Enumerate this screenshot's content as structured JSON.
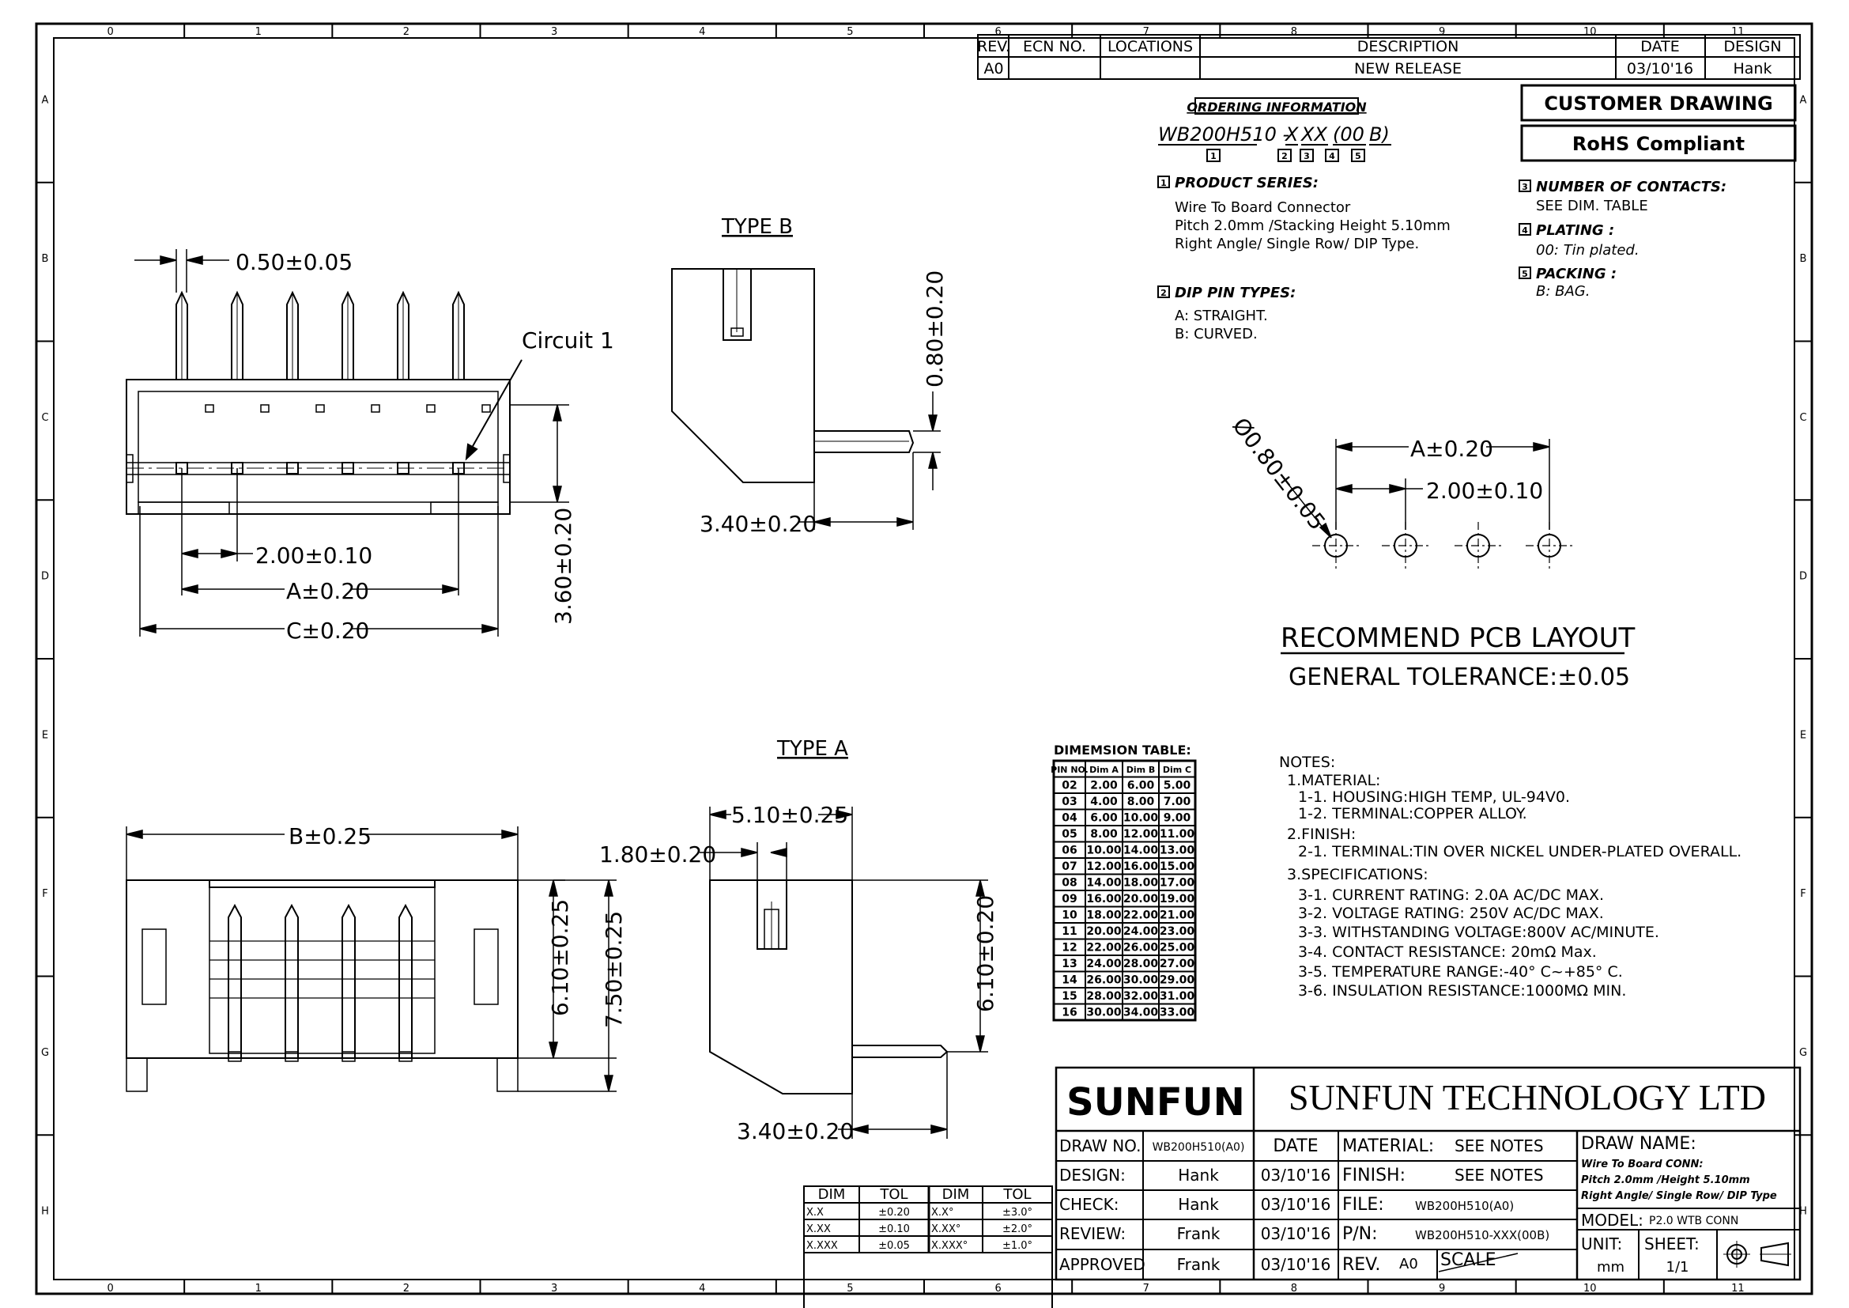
{
  "border": {
    "columns": [
      "0",
      "1",
      "2",
      "3",
      "4",
      "5",
      "6",
      "7",
      "8",
      "9",
      "10",
      "11"
    ],
    "rows": [
      "A",
      "B",
      "C",
      "D",
      "E",
      "F",
      "G",
      "H"
    ]
  },
  "revision_block": {
    "headers": [
      "REV.",
      "ECN NO.",
      "LOCATIONS",
      "DESCRIPTION",
      "DATE",
      "DESIGN"
    ],
    "row": [
      "A0",
      "",
      "",
      "NEW RELEASE",
      "03/10'16",
      "Hank"
    ]
  },
  "customer_drawing": "CUSTOMER DRAWING",
  "rohs": "RoHS Compliant",
  "ordering": {
    "title": "ORDERING INFORMATION",
    "part_prefix": "WB200H510 -",
    "part_codes": [
      "X",
      "XX",
      "(00",
      "B)"
    ],
    "markers": [
      "1",
      "2",
      "3",
      "4",
      "5"
    ],
    "product_series_title": "PRODUCT SERIES:",
    "product_series_lines": [
      "Wire To Board Connector",
      "Pitch 2.0mm /Stacking Height 5.10mm",
      "Right Angle/ Single Row/ DIP Type."
    ],
    "dip_title": "DIP PIN TYPES:",
    "dip_lines": [
      "A: STRAIGHT.",
      "B: CURVED."
    ],
    "contacts_title": "NUMBER OF CONTACTS:",
    "contacts_line": "SEE DIM. TABLE",
    "plating_title": "PLATING :",
    "plating_line": "00: Tin plated.",
    "packing_title": "PACKING :",
    "packing_line": "B: BAG."
  },
  "views": {
    "type_b": "TYPE B",
    "type_a": "TYPE A",
    "circuit1": "Circuit 1"
  },
  "dims": {
    "pin_width": "0.50±0.05",
    "pitch": "2.00±0.10",
    "dim_a": "A±0.20",
    "dim_c": "C±0.20",
    "height_360": "3.60±0.20",
    "side_080": "0.80±0.20",
    "side_340": "3.40±0.20",
    "dim_b": "B±0.25",
    "h_610": "6.10±0.25",
    "h_750": "7.50±0.25",
    "w_510": "5.10±0.25",
    "w_180": "1.80±0.20",
    "side_610": "6.10±0.20",
    "side_340b": "3.40±0.20",
    "hole": "Ø0.80±0.05",
    "pcb_a": "A±0.20",
    "pcb_pitch": "2.00±0.10"
  },
  "pcb": {
    "title": "RECOMMEND PCB LAYOUT",
    "tolerance": "GENERAL TOLERANCE:±0.05"
  },
  "dimension_table": {
    "title": "DIMEMSION TABLE:",
    "headers": [
      "PIN NO.",
      "Dim A",
      "Dim B",
      "Dim C"
    ],
    "rows": [
      [
        "02",
        "2.00",
        "6.00",
        "5.00"
      ],
      [
        "03",
        "4.00",
        "8.00",
        "7.00"
      ],
      [
        "04",
        "6.00",
        "10.00",
        "9.00"
      ],
      [
        "05",
        "8.00",
        "12.00",
        "11.00"
      ],
      [
        "06",
        "10.00",
        "14.00",
        "13.00"
      ],
      [
        "07",
        "12.00",
        "16.00",
        "15.00"
      ],
      [
        "08",
        "14.00",
        "18.00",
        "17.00"
      ],
      [
        "09",
        "16.00",
        "20.00",
        "19.00"
      ],
      [
        "10",
        "18.00",
        "22.00",
        "21.00"
      ],
      [
        "11",
        "20.00",
        "24.00",
        "23.00"
      ],
      [
        "12",
        "22.00",
        "26.00",
        "25.00"
      ],
      [
        "13",
        "24.00",
        "28.00",
        "27.00"
      ],
      [
        "14",
        "26.00",
        "30.00",
        "29.00"
      ],
      [
        "15",
        "28.00",
        "32.00",
        "31.00"
      ],
      [
        "16",
        "30.00",
        "34.00",
        "33.00"
      ]
    ]
  },
  "notes": {
    "lines": [
      "NOTES:",
      "1.MATERIAL:",
      "1-1. HOUSING:HIGH TEMP, UL-94V0.",
      "1-2. TERMINAL:COPPER ALLOY.",
      "2.FINISH:",
      "2-1. TERMINAL:TIN OVER NICKEL UNDER-PLATED OVERALL.",
      "3.SPECIFICATIONS:",
      "3-1. CURRENT RATING: 2.0A AC/DC MAX.",
      "3-2. VOLTAGE RATING: 250V AC/DC MAX.",
      "3-3. WITHSTANDING VOLTAGE:800V AC/MINUTE.",
      "3-4. CONTACT RESISTANCE: 20mΩ Max.",
      "3-5. TEMPERATURE RANGE:-40° C~+85° C.",
      "3-6. INSULATION RESISTANCE:1000MΩ MIN."
    ]
  },
  "tolerance_table": {
    "headers": [
      "DIM",
      "TOL",
      "DIM",
      "TOL"
    ],
    "rows": [
      [
        "X.X",
        "±0.20",
        "X.X°",
        "±3.0°"
      ],
      [
        "X.XX",
        "±0.10",
        "X.XX°",
        "±2.0°"
      ],
      [
        "X.XXX",
        "±0.05",
        "X.XXX°",
        "±1.0°"
      ]
    ]
  },
  "title_block": {
    "brand": "SUNFUN",
    "company": "SUNFUN TECHNOLOGY LTD",
    "draw_no_label": "DRAW NO.",
    "draw_no": "WB200H510(A0)",
    "date_label": "DATE",
    "design_label": "DESIGN:",
    "design_by": "Hank",
    "design_date": "03/10'16",
    "check_label": "CHECK:",
    "check_by": "Hank",
    "check_date": "03/10'16",
    "review_label": "REVIEW:",
    "review_by": "Frank",
    "review_date": "03/10'16",
    "approved_label": "APPROVED",
    "approved_by": "Frank",
    "approved_date": "03/10'16",
    "material_label": "MATERIAL:",
    "material": "SEE NOTES",
    "finish_label": "FINISH:",
    "finish": "SEE NOTES",
    "file_label": "FILE:",
    "file": "WB200H510(A0)",
    "pn_label": "P/N:",
    "pn": "WB200H510-XXX(00B)",
    "rev_label": "REV.",
    "rev": "A0",
    "scale_label": "SCALE",
    "draw_name_label": "DRAW NAME:",
    "draw_name_lines": [
      "Wire To Board CONN:",
      "Pitch 2.0mm /Height 5.10mm",
      "Right Angle/ Single Row/ DIP Type"
    ],
    "model_label": "MODEL:",
    "model": "P2.0 WTB CONN",
    "unit_label": "UNIT:",
    "unit": "mm",
    "sheet_label": "SHEET:",
    "sheet": "1/1"
  }
}
